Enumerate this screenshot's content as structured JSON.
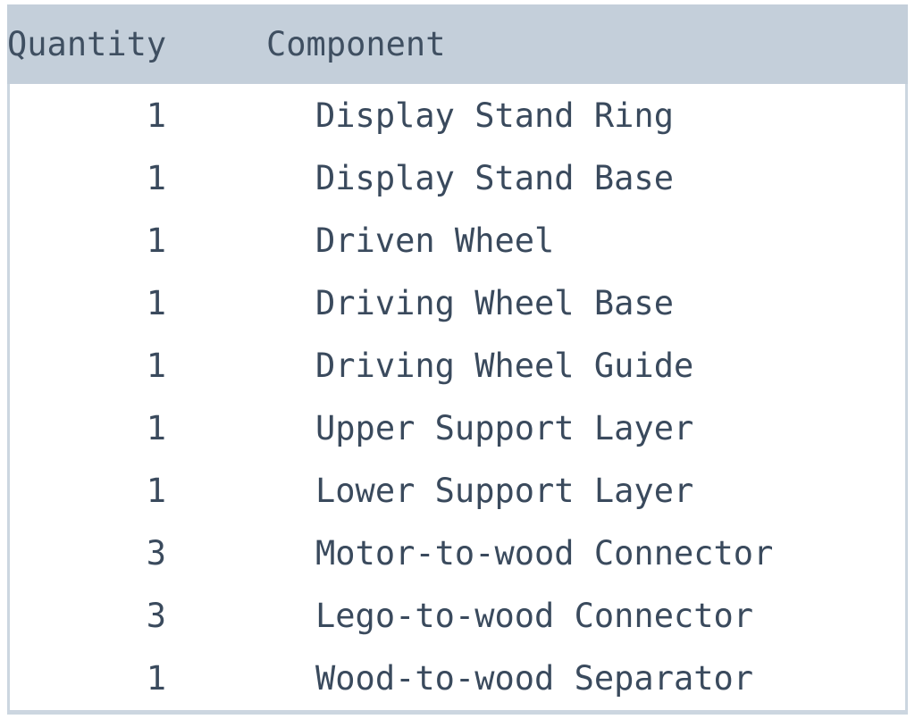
{
  "table": {
    "name": "bill-of-materials",
    "columns": [
      {
        "key": "quantity",
        "label": "Quantity",
        "align": "right"
      },
      {
        "key": "component",
        "label": "Component",
        "align": "left"
      }
    ],
    "rows": [
      {
        "quantity": "1",
        "component": "Display Stand Ring"
      },
      {
        "quantity": "1",
        "component": "Display Stand Base"
      },
      {
        "quantity": "1",
        "component": "Driven Wheel"
      },
      {
        "quantity": "1",
        "component": "Driving Wheel Base"
      },
      {
        "quantity": "1",
        "component": "Driving Wheel Guide"
      },
      {
        "quantity": "1",
        "component": "Upper Support Layer"
      },
      {
        "quantity": "1",
        "component": "Lower Support Layer"
      },
      {
        "quantity": "3",
        "component": "Motor-to-wood Connector"
      },
      {
        "quantity": "3",
        "component": "Lego-to-wood Connector"
      },
      {
        "quantity": "1",
        "component": "Wood-to-wood Separator"
      }
    ],
    "row_count": 10
  },
  "colors": {
    "header_background": "#c4cfda",
    "header_text": "#3f4f61",
    "body_background": "#ffffff",
    "body_text": "#3a4a5d",
    "border": "#ccd6e0"
  }
}
